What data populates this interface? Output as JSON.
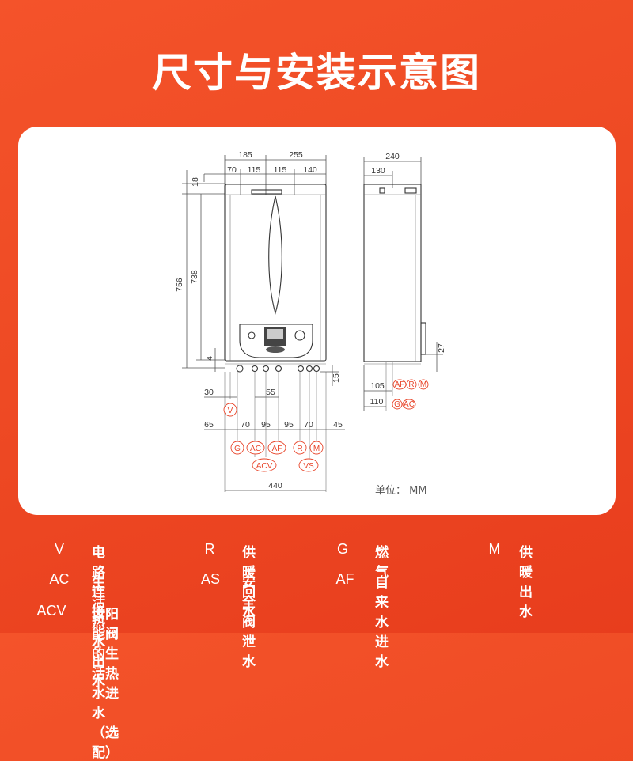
{
  "title": "尺寸与安装示意图",
  "unit_label": "单位： MM",
  "front_view": {
    "top_dims": [
      "185",
      "255"
    ],
    "sub_dims": [
      "70",
      "115",
      "115",
      "140"
    ],
    "side_dims": [
      "18",
      "756",
      "738",
      "4"
    ],
    "lower_dims": [
      "30",
      "55",
      "15"
    ],
    "conn_dims": [
      "65",
      "70",
      "95",
      "95",
      "70",
      "45"
    ],
    "width_dim": "440",
    "conn_labels_top": [
      "G",
      "AC",
      "AF",
      "R",
      "M"
    ],
    "conn_labels_bottom": [
      "ACV",
      "VS"
    ],
    "v_label": "V"
  },
  "side_view": {
    "top_dims": [
      "240",
      "130"
    ],
    "right_dim": "27",
    "dims_105": "105",
    "dims_110": "110",
    "labels_105": [
      "AF",
      "R",
      "M"
    ],
    "labels_110": [
      "G",
      "AC"
    ]
  },
  "legend": [
    {
      "code": "V",
      "text": "电路连接"
    },
    {
      "code": "R",
      "text": "供暖回水"
    },
    {
      "code": "G",
      "text": "燃气"
    },
    {
      "code": "M",
      "text": "供暖出水"
    },
    {
      "code": "AC",
      "text": "生活热水出水"
    },
    {
      "code": "AS",
      "text": "安全阀泄水"
    },
    {
      "code": "AF",
      "text": "自来水进水"
    },
    {
      "code": "ACV",
      "text": "太阳能阀的生活热水进水（选配）"
    }
  ]
}
